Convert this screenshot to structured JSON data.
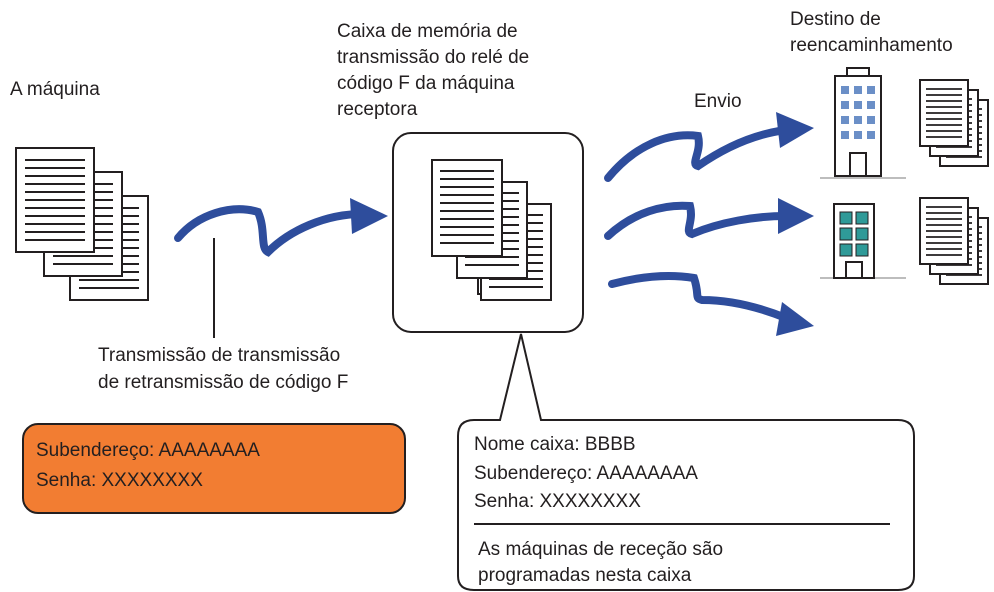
{
  "labels": {
    "machine": "A máquina",
    "relay_box_title": [
      "Caixa de memória de",
      "transmissão do relé de",
      "código F da máquina",
      "receptora"
    ],
    "forward_destination": [
      "Destino de",
      "reencaminhamento"
    ],
    "send": "Envio",
    "transmission": [
      "Transmissão de transmissão",
      "de retransmissão de código F"
    ]
  },
  "sender_box": {
    "subaddress": "Subendereço: AAAAAAAA",
    "password": "Senha: XXXXXXXX"
  },
  "receiver_box": {
    "box_name": "Nome caixa: BBBB",
    "subaddress": "Subendereço: AAAAAAAA",
    "password": "Senha: XXXXXXXX",
    "note": [
      "As máquinas de receção são",
      "programadas nesta caixa"
    ]
  },
  "colors": {
    "arrow": "#2e4d9c",
    "sender_box_fill": "#f27d32",
    "building_blue": "#6b8fc7",
    "building_teal": "#2f9a98",
    "outline": "#231f20"
  },
  "icons": [
    "document-stack-icon",
    "building-icon",
    "curved-arrow-icon"
  ]
}
